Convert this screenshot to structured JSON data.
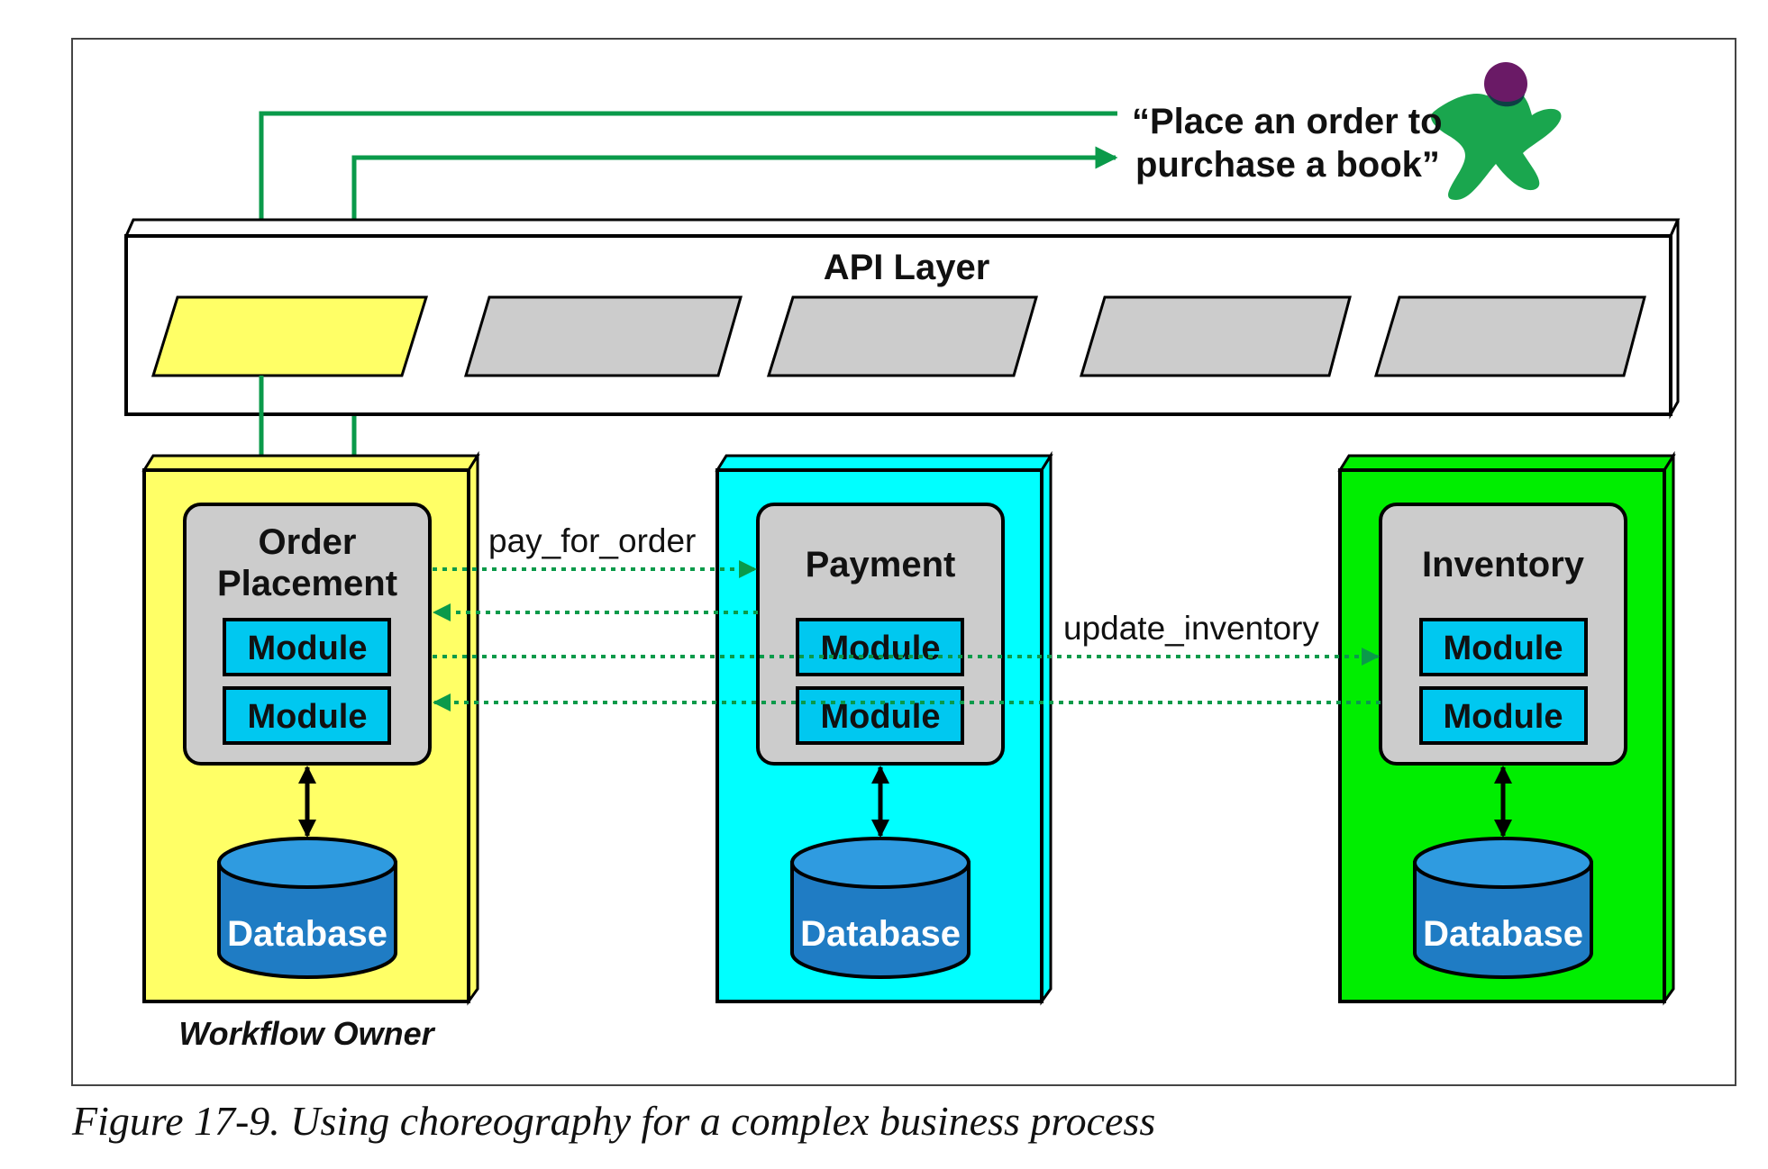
{
  "request": {
    "line1": "“Place an order to",
    "line2": "purchase a book”"
  },
  "api_layer": {
    "label": "API Layer"
  },
  "services": [
    {
      "name_lines": [
        "Order",
        "Placement"
      ],
      "modules": [
        "Module",
        "Module"
      ],
      "database": "Database",
      "color": "#ffff66"
    },
    {
      "name_lines": [
        "Payment"
      ],
      "modules": [
        "Module",
        "Module"
      ],
      "database": "Database",
      "color": "#00ffff"
    },
    {
      "name_lines": [
        "Inventory"
      ],
      "modules": [
        "Module",
        "Module"
      ],
      "database": "Database",
      "color": "#00ee00"
    }
  ],
  "messages": {
    "pay": "pay_for_order",
    "update": "update_inventory"
  },
  "workflow_owner": "Workflow Owner",
  "caption": "Figure 17-9. Using choreography for a complex business process",
  "colors": {
    "arrow_green": "#0a9a4a",
    "api_active": "#ffff66",
    "api_slot": "#cccccc",
    "module_fill": "#00c8f0",
    "db_fill": "#1f7cc4",
    "db_top": "#2f9be0",
    "card_fill": "#cccccc",
    "mascot": "#1aa64e",
    "mascot_head": "#6a1a66"
  }
}
